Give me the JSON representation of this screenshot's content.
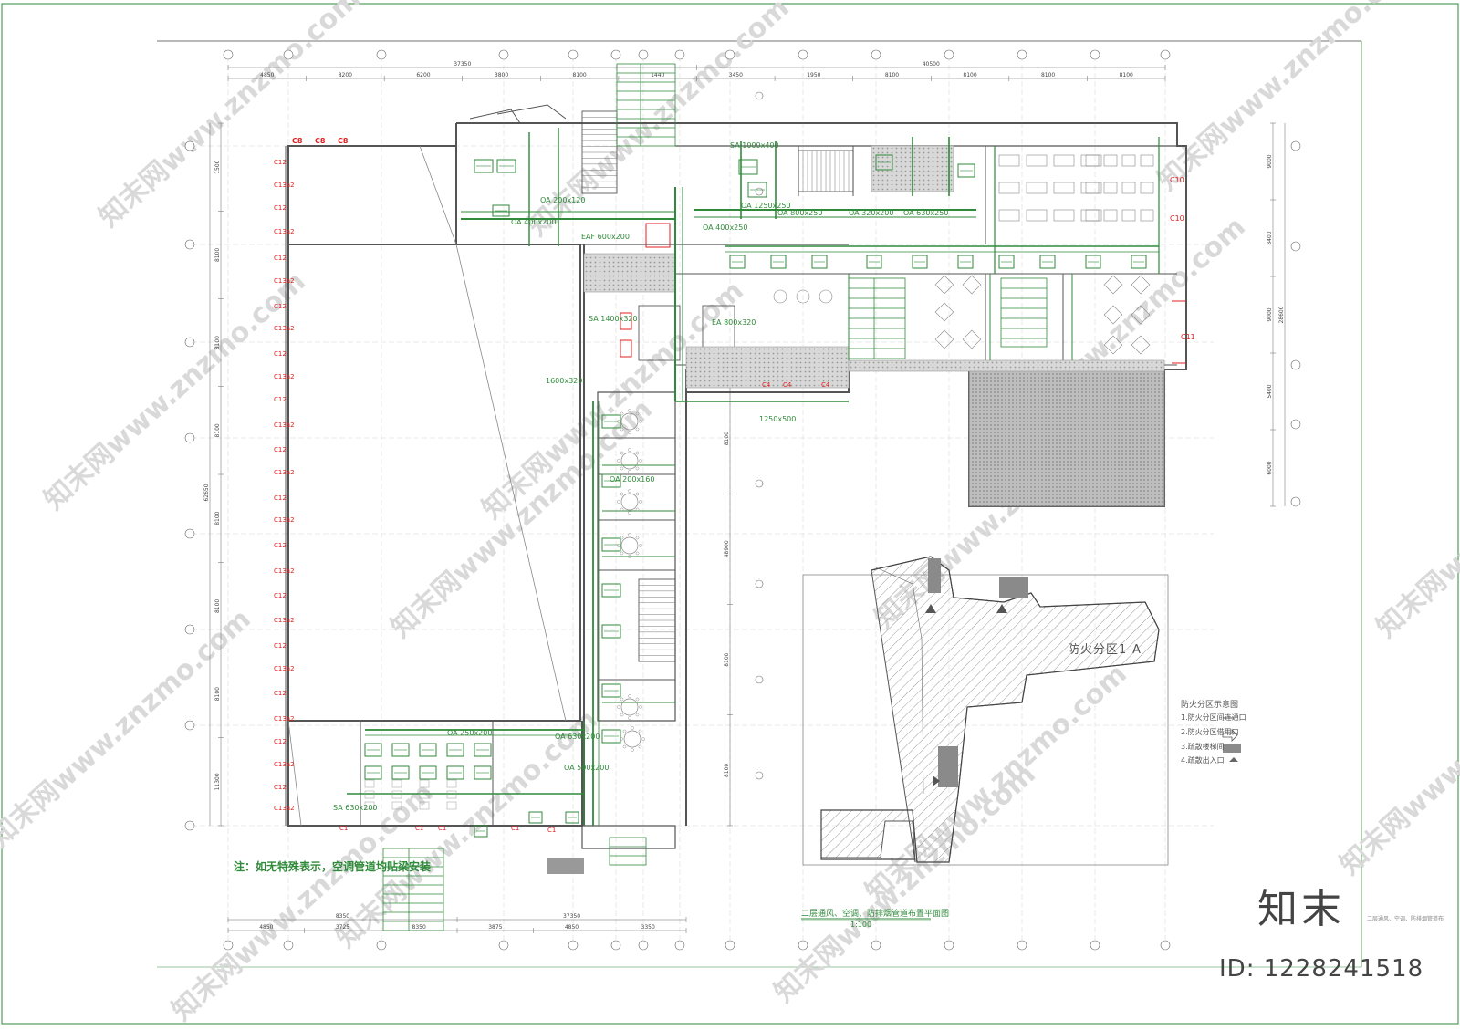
{
  "drawing": {
    "title": "二层通风、空调、防排烟管道布置平面图",
    "scale": "1:100",
    "note": "注：如无特殊表示，空调管道均贴梁安装",
    "zone_label": "防火分区1-A",
    "brand_name": "知末",
    "brand_subtitle": "二层通风、空调、防排烟管道布",
    "id_text": "ID: 1228241518",
    "watermark": "知末网www.znzmo.com"
  },
  "legend": {
    "title": "防火分区示意图",
    "items": [
      {
        "label": "1.防火分区间连通口"
      },
      {
        "label": "2.防火分区借用口"
      },
      {
        "label": "3.疏散楼梯间"
      },
      {
        "label": "4.疏散出入口"
      }
    ]
  },
  "dimensions": {
    "top_segments": [
      "4850",
      "8200",
      "6200",
      "3800",
      "8100",
      "1440",
      "3450",
      "1950",
      "8100",
      "8100",
      "8100",
      "8100"
    ],
    "top_totals": [
      "37350",
      "40500"
    ],
    "bottom_segments": [
      "4850",
      "3725",
      "8350",
      "3875",
      "4850",
      "3350"
    ],
    "bottom_totals": [
      "8350",
      "37350"
    ],
    "left_segments": [
      "1500",
      "8100",
      "8100",
      "8100",
      "8100",
      "8100",
      "8100",
      "11300"
    ],
    "left_total": "62650",
    "right_segments": [
      "9000",
      "8400",
      "9000",
      "5400",
      "6000"
    ],
    "right_total": "28600",
    "center_segments": [
      "8100",
      "48900",
      "8100",
      "8100"
    ]
  },
  "duct_labels": [
    {
      "text": "OA 400x200"
    },
    {
      "text": "OA 200x120"
    },
    {
      "text": "EAF 600x200"
    },
    {
      "text": "SA 1000x400"
    },
    {
      "text": "OA 1250x250"
    },
    {
      "text": "OA 400x250"
    },
    {
      "text": "OA 800x250"
    },
    {
      "text": "OA 320x200"
    },
    {
      "text": "OA 630x250"
    },
    {
      "text": "SA 1400x320"
    },
    {
      "text": "EA 800x320"
    },
    {
      "text": "OA 200x160"
    },
    {
      "text": "OA 250x200"
    },
    {
      "text": "OA 500x200"
    },
    {
      "text": "SA 630x200"
    },
    {
      "text": "OA 630x200"
    },
    {
      "text": "1600x320"
    },
    {
      "text": "1250x500"
    }
  ],
  "column_marks": [
    {
      "text": "C8"
    },
    {
      "text": "C8"
    },
    {
      "text": "C8"
    },
    {
      "text": "C12"
    },
    {
      "text": "C13a2"
    },
    {
      "text": "C10"
    },
    {
      "text": "C11"
    },
    {
      "text": "C4"
    },
    {
      "text": "C1"
    }
  ],
  "colors": {
    "green": "#2f8a3a",
    "light_green": "#6fa872",
    "red": "#e02020",
    "grey": "#777777",
    "hatch": "#9a9a9a",
    "watermark": "#d9d9d9"
  }
}
